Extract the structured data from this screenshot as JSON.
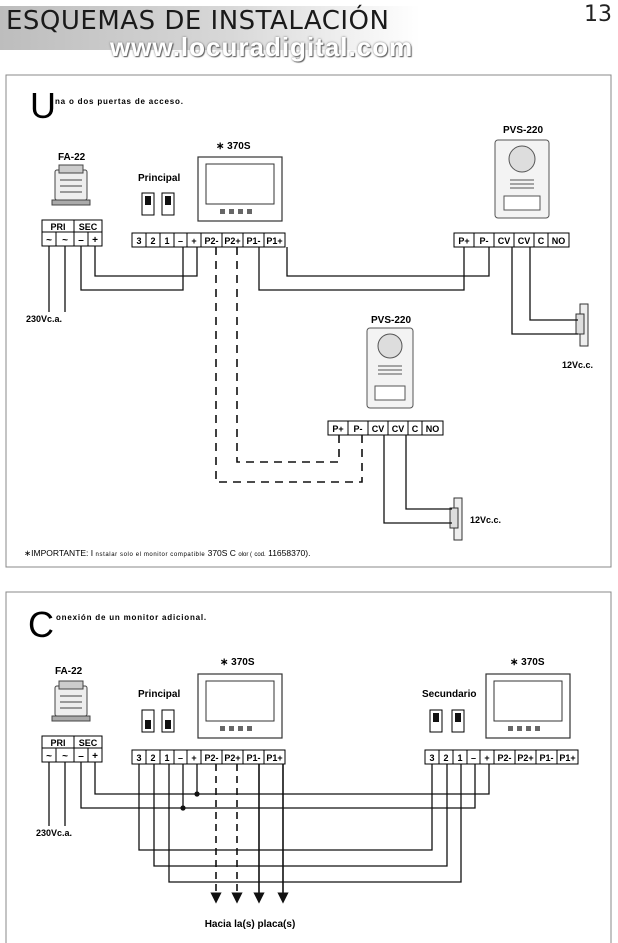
{
  "header": {
    "title": "ESQUEMAS DE INSTALACIÓN",
    "watermark": "www.locuradigital.com",
    "page_number": "13"
  },
  "section1": {
    "initial": "U",
    "heading": "na o dos puertas de acceso.",
    "fa22": "FA-22",
    "pri": "PRI",
    "sec": "SEC",
    "tilde": "~",
    "minus": "–",
    "plus": "+",
    "voltage_in": "230Vc.a.",
    "principal": "Principal",
    "monitor_label": "∗ 370S",
    "monitor_terminals": [
      "3",
      "2",
      "1",
      "–",
      "+",
      "P2-",
      "P2+",
      "P1-",
      "P1+"
    ],
    "panel1_label": "PVS-220",
    "panel1_terminals": [
      "P+",
      "P-",
      "CV",
      "CV",
      "C",
      "NO"
    ],
    "panel2_label": "PVS-220",
    "panel2_terminals": [
      "P+",
      "P-",
      "CV",
      "CV",
      "C",
      "NO"
    ],
    "lock1_voltage": "12Vc.c.",
    "lock2_voltage": "12Vc.c.",
    "note_star": "∗IMPORTANTE: ",
    "note_initial": "I",
    "note_body": "nstalar solo el monitor compatible ",
    "note_model": "370S C",
    "note_model_rest": "olor (",
    "note_code_small": "cod.",
    "note_code": " 11658370)."
  },
  "section2": {
    "initial": "C",
    "heading": "onexión de un monitor adicional.",
    "fa22": "FA-22",
    "pri": "PRI",
    "sec": "SEC",
    "tilde": "~",
    "minus": "–",
    "plus": "+",
    "voltage_in": "230Vc.a.",
    "principal": "Principal",
    "secundario": "Secundario",
    "monitor1_label": "∗ 370S",
    "monitor2_label": "∗ 370S",
    "monitor1_terminals": [
      "3",
      "2",
      "1",
      "–",
      "+",
      "P2-",
      "P2+",
      "P1-",
      "P1+"
    ],
    "monitor2_terminals": [
      "3",
      "2",
      "1",
      "–",
      "+",
      "P2-",
      "P2+",
      "P1-",
      "P1+"
    ],
    "to_panels": "Hacia la(s) placa(s)"
  }
}
